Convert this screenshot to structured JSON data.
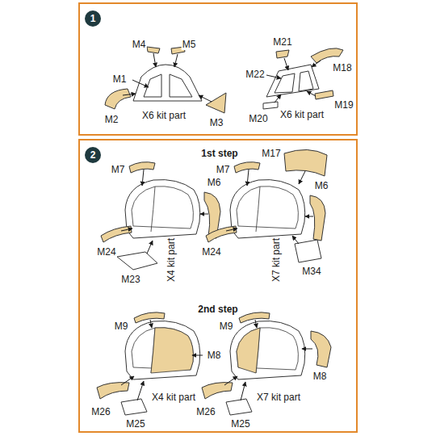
{
  "diagram": {
    "nodes": [
      {
        "text": [
          "1"
        ]
      },
      {
        "text": [
          "2"
        ]
      }
    ],
    "labels": [
      "M4",
      "M5",
      "M1",
      "M2",
      "X6 kit part",
      "M3",
      "M21",
      "M18",
      "M22",
      "M19",
      "M20",
      "X6 kit part",
      "1st step",
      "M7",
      "M6",
      "M7",
      "M17",
      "M6",
      "X4 kit part",
      "X7 kit part",
      "M24",
      "M23",
      "M24",
      "M34",
      "2nd step",
      "M9",
      "M9",
      "M8",
      "M8",
      "X4 kit part",
      "X7 kit part",
      "M26",
      "M25",
      "M26",
      "M25"
    ]
  }
}
